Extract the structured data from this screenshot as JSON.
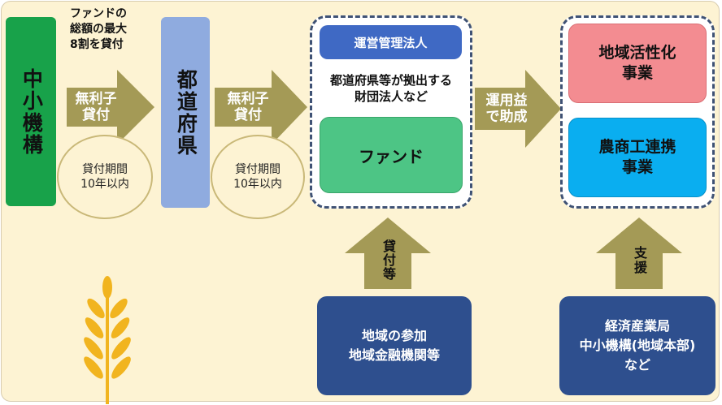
{
  "left_org": {
    "name": "中小機構"
  },
  "fund_note": "ファンドの\n総額の最大\n8割を貸付",
  "loan_arrow_1": {
    "label": "無利子\n貸付"
  },
  "loan_period_1": "貸付期間\n10年以内",
  "prefecture": {
    "name": "都道府県"
  },
  "loan_arrow_2": {
    "label": "無利子\n貸付"
  },
  "loan_period_2": "貸付期間\n10年以内",
  "fund_group": {
    "manager": "運営管理法人",
    "foundation": "都道府県等が拠出する\n財団法人など",
    "fund": "ファンド"
  },
  "operating_arrow": {
    "label": "運用益\nで助成"
  },
  "projects": {
    "regional": "地域活性化\n事業",
    "agri_commerce": "農商工連携\n事業"
  },
  "up_arrow_1": {
    "label": "貸付等"
  },
  "up_arrow_2": {
    "label": "支援"
  },
  "finance_box": "地域の参加\n地域金融機関等",
  "support_box": "経済産業局\n中小機構(地域本部)\nなど",
  "colors": {
    "background": "#fdf3d3",
    "green": "#18a24a",
    "prefecture_blue": "#8fabdf",
    "arrow_olive": "#a49a56",
    "navy": "#2e4f8e",
    "manager_blue": "#3f69c4",
    "fund_green": "#4dc585",
    "pink": "#f38c91",
    "cyan": "#0aaef0",
    "wheat": "#f1b41f"
  },
  "icons": [
    "wheat-icon"
  ]
}
